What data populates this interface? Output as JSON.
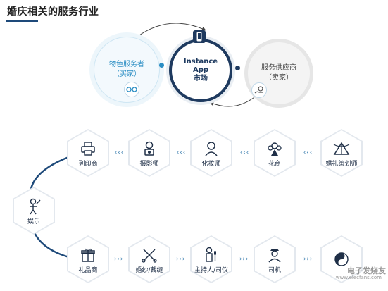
{
  "title": "婚庆相关的服务行业",
  "center": {
    "line1": "Instance",
    "line2": "App",
    "line3": "市场"
  },
  "buyer": {
    "line1": "物色服务者",
    "line2": "（买家）"
  },
  "seller": {
    "line1": "服务供应商",
    "line2": "（卖家）"
  },
  "top_row": [
    {
      "key": "wedding_planner",
      "label": "婚礼策划师",
      "icon": "tent-icon"
    },
    {
      "key": "florist",
      "label": "花商",
      "icon": "flower-icon"
    },
    {
      "key": "makeup",
      "label": "化妆师",
      "icon": "makeup-artist-icon"
    },
    {
      "key": "photographer",
      "label": "摄影师",
      "icon": "photographer-icon"
    },
    {
      "key": "printer",
      "label": "列印商",
      "icon": "printer-icon"
    }
  ],
  "middle": {
    "label": "娱乐",
    "icon": "entertainer-icon"
  },
  "bottom_row": [
    {
      "key": "gifts",
      "label": "礼品商",
      "icon": "gift-icon"
    },
    {
      "key": "dress",
      "label": "婚纱/裁缝",
      "icon": "dress-icon"
    },
    {
      "key": "host",
      "label": "主持人/司仪",
      "icon": "host-icon"
    },
    {
      "key": "driver",
      "label": "司机",
      "icon": "driver-icon"
    },
    {
      "key": "last",
      "label": "",
      "icon": "yin-yang-icon"
    }
  ],
  "watermark": {
    "text": "电子发烧友",
    "sub": "www.elecfans.com"
  },
  "colors": {
    "navy": "#1e3a5f",
    "accent": "#2b8ec4",
    "arrow": "#3d7fb0"
  }
}
